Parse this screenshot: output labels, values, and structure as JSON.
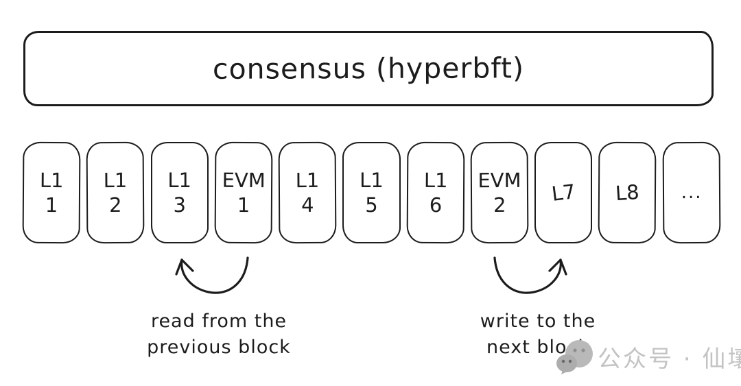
{
  "consensus": {
    "title": "consensus (hyperbft)"
  },
  "blocks": [
    {
      "line1": "L1",
      "line2": "1"
    },
    {
      "line1": "L1",
      "line2": "2"
    },
    {
      "line1": "L1",
      "line2": "3"
    },
    {
      "line1": "EVM",
      "line2": "1"
    },
    {
      "line1": "L1",
      "line2": "4"
    },
    {
      "line1": "L1",
      "line2": "5"
    },
    {
      "line1": "L1",
      "line2": "6"
    },
    {
      "line1": "EVM",
      "line2": "2"
    },
    {
      "line1": "L7",
      "line2": ""
    },
    {
      "line1": "L8",
      "line2": ""
    },
    {
      "line1": "...",
      "line2": ""
    }
  ],
  "annotations": {
    "read": {
      "line1": "read from the",
      "line2": "previous block"
    },
    "write": {
      "line1": "write to the",
      "line2": "next block"
    }
  },
  "watermark": {
    "label": "公众号 · 仙壤"
  },
  "colors": {
    "ink": "#1c1c1c",
    "background": "#ffffff",
    "watermark_gray": "#b9b9b9"
  }
}
